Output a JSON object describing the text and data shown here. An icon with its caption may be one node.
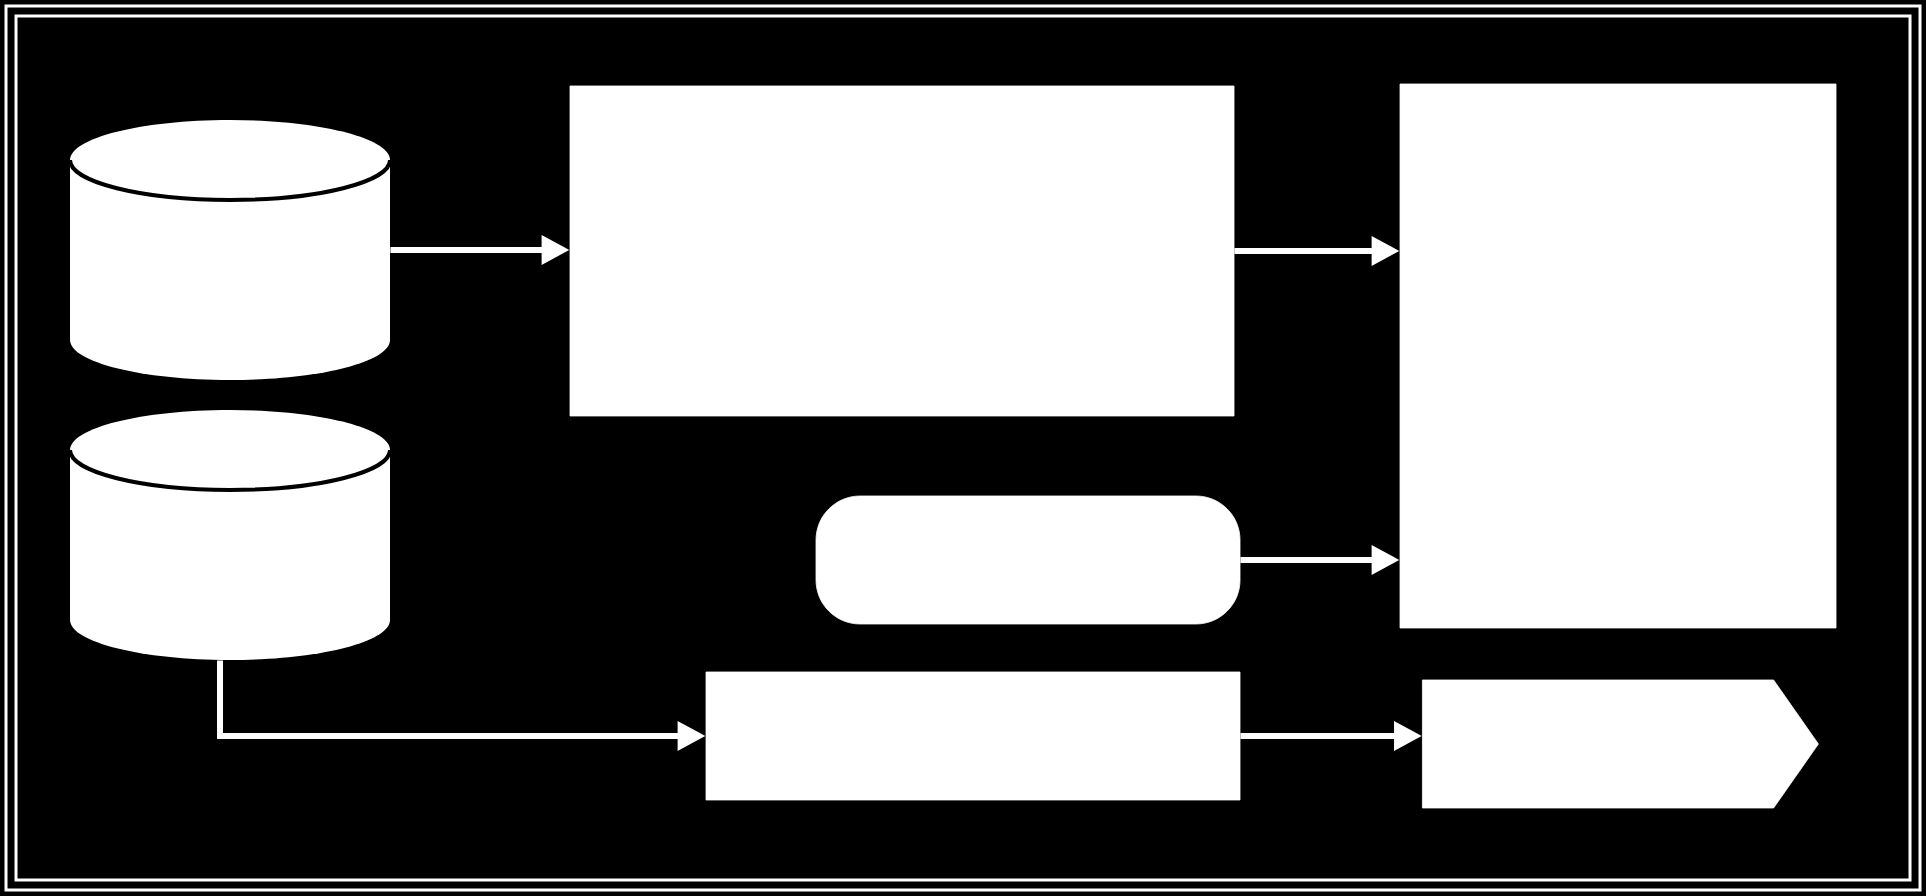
{
  "diagram": {
    "nodes": [
      {
        "text": [],
        "shape": "cylinder"
      },
      {
        "text": [],
        "shape": "cylinder"
      },
      {
        "text": [],
        "shape": "box"
      },
      {
        "text": [],
        "shape": "rounded-box"
      },
      {
        "text": [],
        "shape": "box"
      },
      {
        "text": [],
        "shape": "box"
      },
      {
        "text": [],
        "shape": "pentagon"
      }
    ],
    "edges": [
      {
        "from": 0,
        "to": 2,
        "arrow": "to"
      },
      {
        "from": 2,
        "to": 5,
        "arrow": "to"
      },
      {
        "from": 3,
        "to": 5,
        "arrow": "to"
      },
      {
        "from": 1,
        "to": 4,
        "arrow": "to"
      },
      {
        "from": 4,
        "to": 6,
        "arrow": "to"
      }
    ]
  }
}
